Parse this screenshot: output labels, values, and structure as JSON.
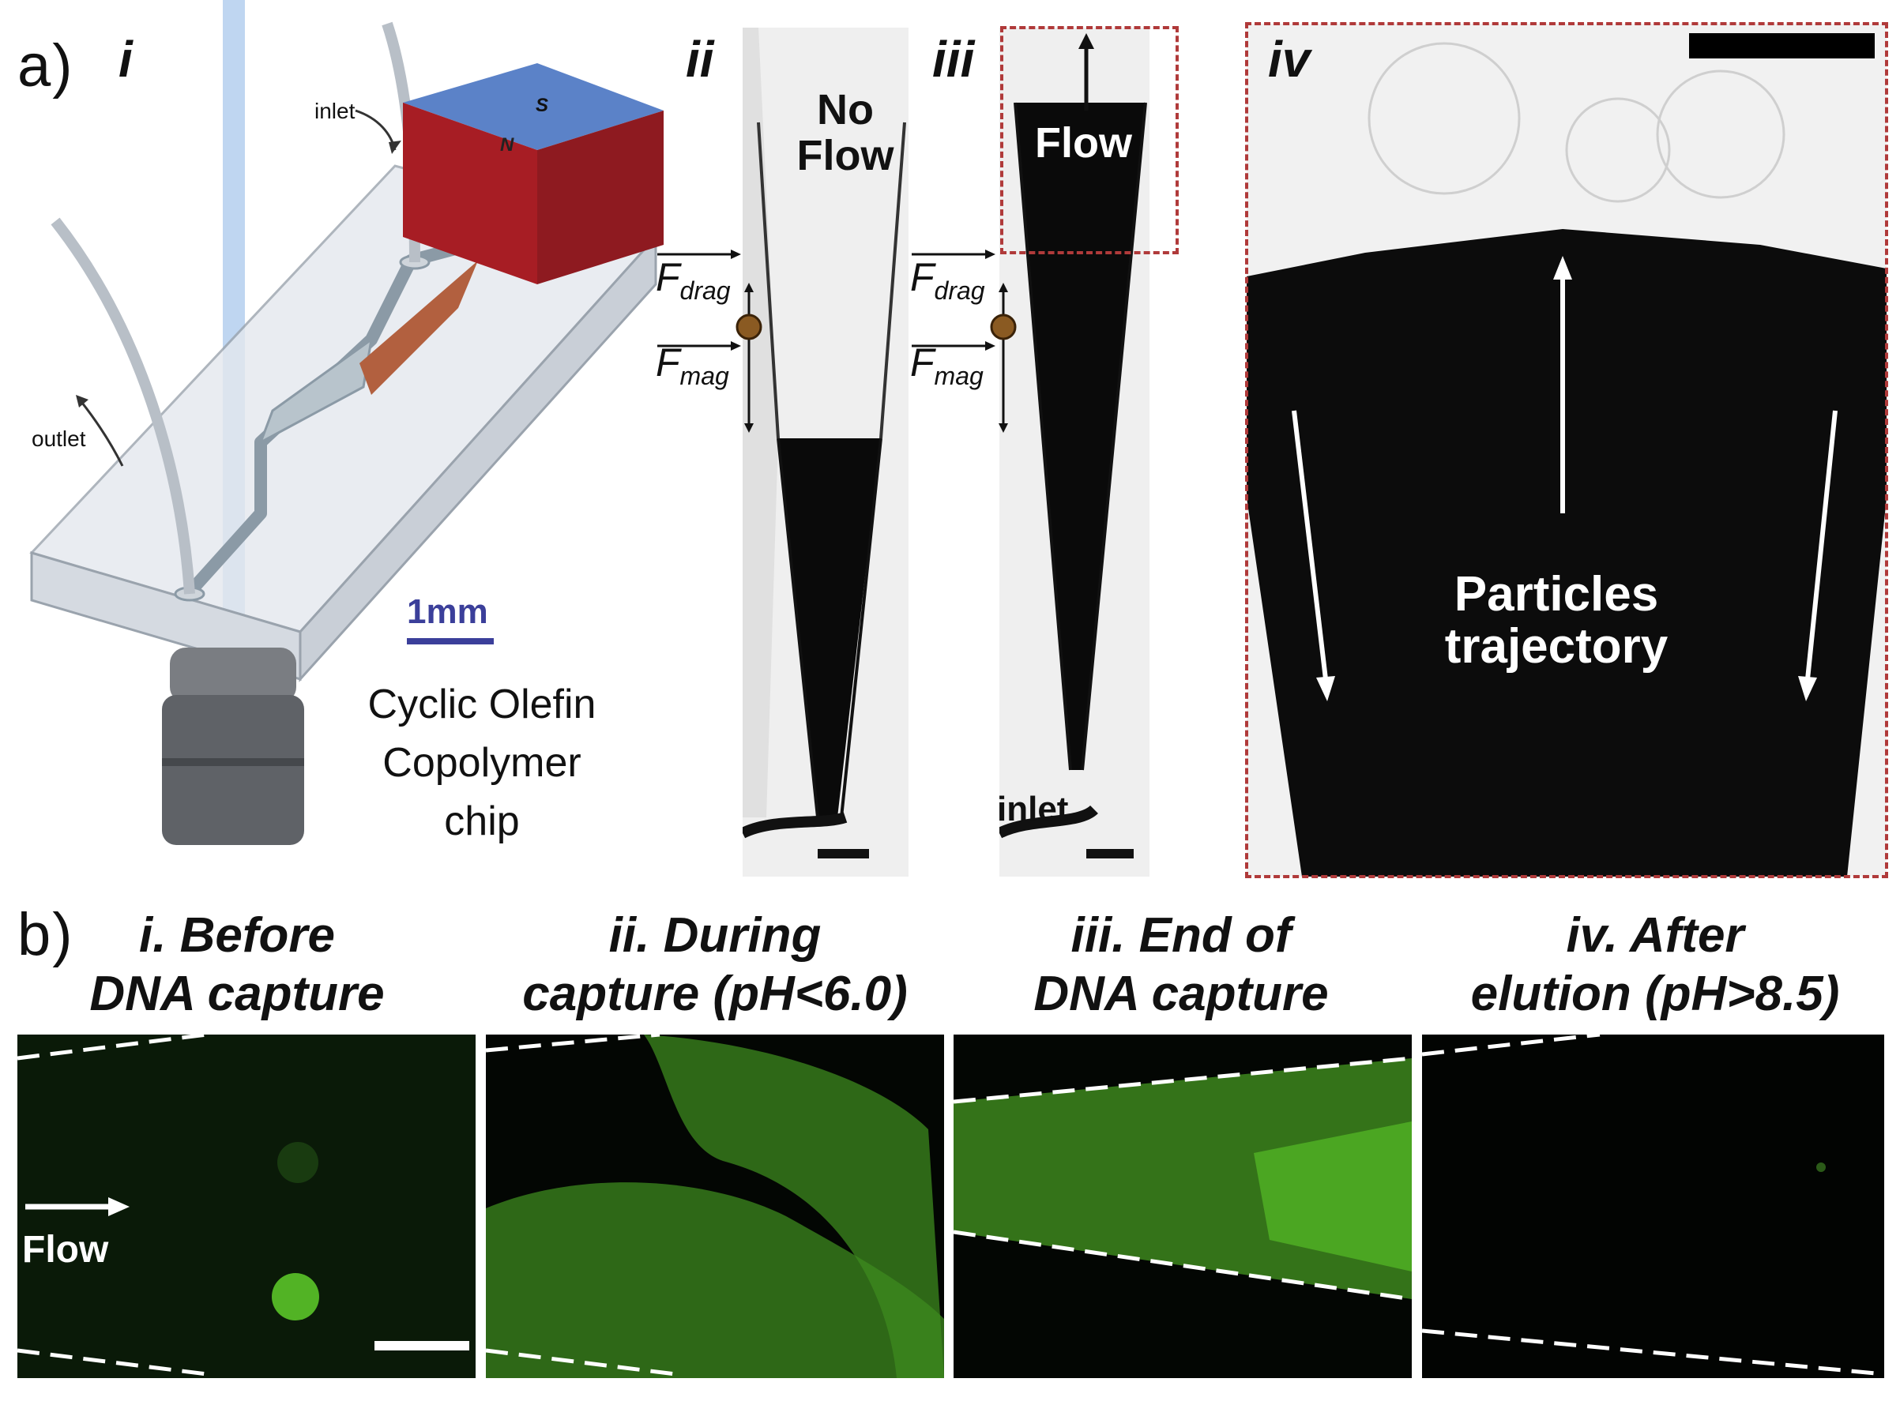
{
  "panel_a": {
    "letter": "a)",
    "sub_i": {
      "label": "i",
      "inlet": "inlet",
      "outlet": "outlet",
      "magnet_s": "S",
      "magnet_n": "N",
      "scale": "1mm",
      "chip_line1": "Cyclic Olefin",
      "chip_line2": "Copolymer",
      "chip_line3": "chip"
    },
    "sub_ii": {
      "label": "ii",
      "no_flow_line1": "No",
      "no_flow_line2": "Flow",
      "f_drag_main": "F",
      "f_drag_sub": "drag",
      "f_mag_main": "F",
      "f_mag_sub": "mag"
    },
    "sub_iii": {
      "label": "iii",
      "flow": "Flow",
      "f_drag_main": "F",
      "f_drag_sub": "drag",
      "f_mag_main": "F",
      "f_mag_sub": "mag",
      "inlet": "inlet"
    },
    "sub_iv": {
      "label": "iv",
      "traj_line1": "Particles",
      "traj_line2": "trajectory"
    }
  },
  "panel_b": {
    "letter": "b)",
    "titles": [
      {
        "line1": "i. Before",
        "line2": "DNA capture"
      },
      {
        "line1": "ii. During",
        "line2": "capture (pH<6.0)"
      },
      {
        "line1": "iii. End of",
        "line2": "DNA capture"
      },
      {
        "line1": "iv. After",
        "line2": "elution (pH>8.5)"
      }
    ],
    "flow_label": "Flow"
  },
  "colors": {
    "magnet_red": "#a71d24",
    "magnet_blue": "#5b82c8",
    "fluor_green": "#5fcf2a",
    "frame_red": "#b03a3a",
    "scale_blue": "#3b3f9a"
  }
}
